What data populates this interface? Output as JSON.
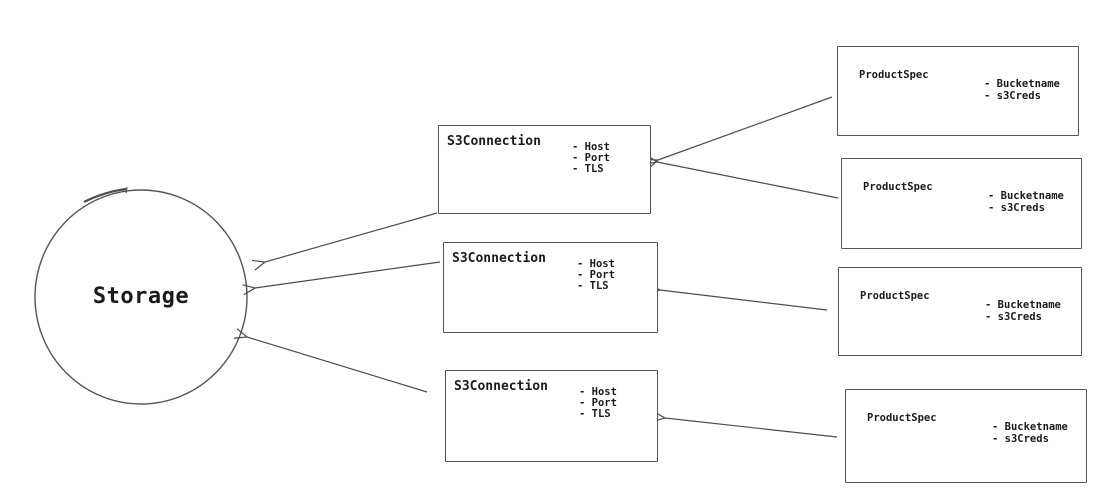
{
  "diagram": {
    "storage": {
      "label": "Storage"
    },
    "s3_connections": [
      {
        "title": "S3Connection",
        "attributes": [
          "- Host",
          "- Port",
          "- TLS"
        ]
      },
      {
        "title": "S3Connection",
        "attributes": [
          "- Host",
          "- Port",
          "- TLS"
        ]
      },
      {
        "title": "S3Connection",
        "attributes": [
          "- Host",
          "- Port",
          "- TLS"
        ]
      }
    ],
    "product_specs": [
      {
        "title": "ProductSpec",
        "attributes": [
          "- Bucketname",
          "- s3Creds"
        ]
      },
      {
        "title": "ProductSpec",
        "attributes": [
          "- Bucketname",
          "- s3Creds"
        ]
      },
      {
        "title": "ProductSpec",
        "attributes": [
          "- Bucketname",
          "- s3Creds"
        ]
      },
      {
        "title": "ProductSpec",
        "attributes": [
          "- Bucketname",
          "- s3Creds"
        ]
      }
    ],
    "edges": [
      {
        "from": "product-spec-1",
        "to": "s3-connection-1"
      },
      {
        "from": "product-spec-2",
        "to": "s3-connection-1"
      },
      {
        "from": "product-spec-3",
        "to": "s3-connection-2"
      },
      {
        "from": "product-spec-4",
        "to": "s3-connection-3"
      },
      {
        "from": "s3-connection-1",
        "to": "storage"
      },
      {
        "from": "s3-connection-2",
        "to": "storage"
      },
      {
        "from": "s3-connection-3",
        "to": "storage"
      }
    ]
  },
  "colors": {
    "stroke": "#4d4d4d",
    "text": "#1b1b1b",
    "background": "#ffffff"
  }
}
